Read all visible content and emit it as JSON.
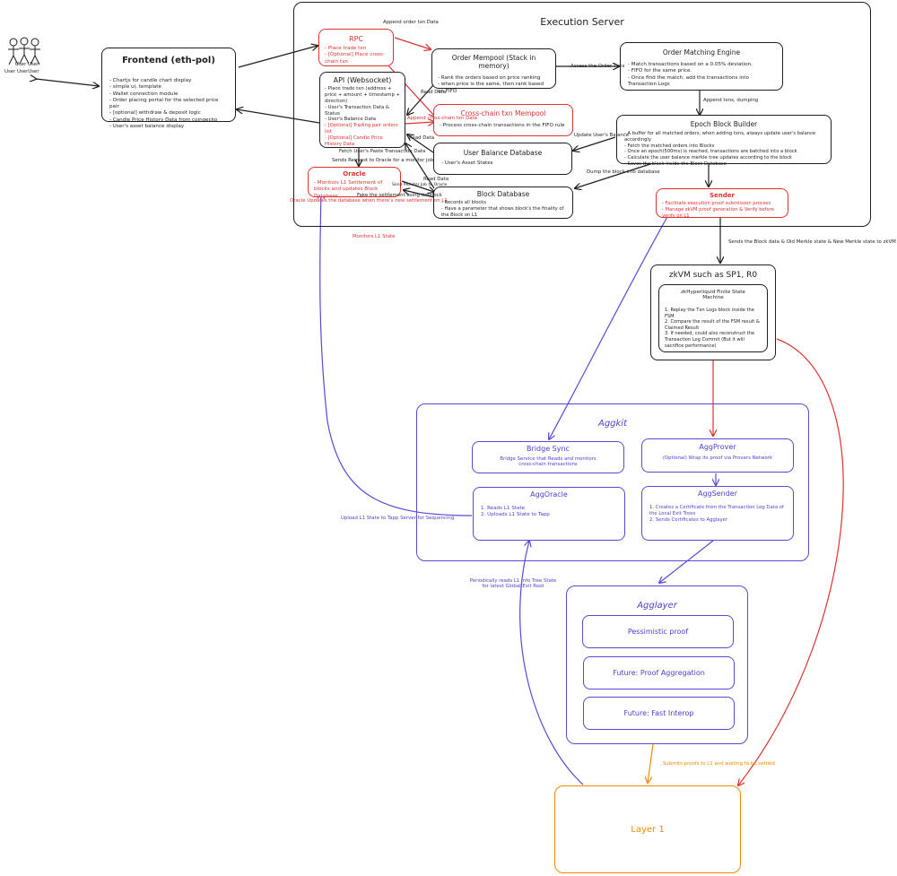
{
  "user": {
    "label": "User UserUser",
    "overlap_label": "User User"
  },
  "frontend": {
    "title": "Frontend (eth-pol)",
    "items": [
      "Chartjs for candle chart display",
      "simple ui, template",
      "Wallet connection module",
      "Order placing portal for the selected price pair",
      "[optional] withdraw & deposit logic",
      "Candle Price History Data from coingecko",
      "User's asset balance display"
    ]
  },
  "execution_server": {
    "title": "Execution Server"
  },
  "rpc": {
    "title": "RPC",
    "items": [
      "Place trade txn",
      "[Optional] Place cross-chain txn"
    ]
  },
  "api": {
    "title": "API (Websocket)",
    "items": [
      "Place trade txn (address + price + amount + timestamp + direction)",
      "User's Transaction Data & Status",
      "User's Balance Data"
    ],
    "optional_items": [
      "[Optional] Trading pair orders list",
      "[Optional] Candle Price History Data"
    ]
  },
  "order_mempool": {
    "title": "Order Mempool (Stack in memory)",
    "items": [
      "Rank the orders based on price ranking",
      "when price is the same, then rank based on FIFO"
    ]
  },
  "order_matching": {
    "title": "Order Matching Engine",
    "items": [
      "Match transactions based on a 0.05% deviation.",
      "FIFO for the same price.",
      "Once find the match, add the transactions into Transaction Logs"
    ]
  },
  "crosschain_mempool": {
    "title": "Cross-chain txn Mempool",
    "items": [
      "Process cross-chain transactions in the FIFO rule"
    ]
  },
  "epoch_builder": {
    "title": "Epoch Block Builder",
    "items": [
      "A buffer for all matched orders, when adding txns, always update user's balance accordingly",
      "Fetch the matched orders into Blocks",
      "Once an epoch(500ms) is reached, transactions are batched into a block",
      "Calculate the user balance merkle tree updates according to the block",
      "Saves the block inside the Block Database"
    ]
  },
  "user_balance_db": {
    "title": "User Balance Database",
    "items": [
      "User's Asset States"
    ]
  },
  "oracle": {
    "title": "Oracle",
    "items": [
      "Monitors L1 Settlement of blocks and updates Block Database"
    ]
  },
  "block_db": {
    "title": "Block Database",
    "items": [
      "Records all blocks",
      "Have a parameter that shows block's the finality of the Block on L1"
    ]
  },
  "sender": {
    "title": "Sender",
    "items": [
      "Facilitate execution proof submission process",
      "Manage zkVM proof generation & Verify before verify on L1"
    ]
  },
  "zkvm": {
    "title": "zkVM such as SP1, R0",
    "inner_title": "zkHyperliquid Finite State Machine",
    "steps": [
      "1. Replay the Txn Logs block inside the FSM",
      "2. Compare the result of the FSM result & Claimed Result",
      "3. If needed, could also reconstruct the Transaction Log Commit (But it will sacrifice performance)"
    ]
  },
  "aggkit": {
    "title": "Aggkit",
    "bridge_sync": {
      "title": "Bridge Sync",
      "desc": "Bridge Service that Reads and monitors cross-chain transactions"
    },
    "aggprover": {
      "title": "AggProver",
      "desc": "(Optional) Wrap its proof via Provers Network"
    },
    "aggoracle": {
      "title": "AggOracle",
      "steps": [
        "1. Reads L1 State",
        "2. Uploads L1 State to Tapp"
      ]
    },
    "aggsender": {
      "title": "AggSender",
      "steps": [
        "1. Creates a Certificate from the Transaction Log Data of the Local Exit Trees",
        "2. Sends Certificates to Agglayer"
      ]
    }
  },
  "agglayer": {
    "title": "Agglayer",
    "items": [
      "Pessimistic proof",
      "Future: Proof Aggregation",
      "Future: Fast Interop"
    ]
  },
  "layer1": {
    "title": "Layer 1"
  },
  "labels": {
    "append_order": "Append order txn Data",
    "access_order": "Access the Order Txns",
    "read_data_1": "Read Data",
    "append_crosschain": "Append cross-chain txn Data",
    "append_txns": "Append txns, dumping",
    "update_balance": "Update User's Balance",
    "read_data_2": "Read Data",
    "fetch_user": "Fetch User's Paste Transaction Data",
    "sends_request": "Sends Request to Oracle for a monitor job",
    "dump_block": "Dump the block into database",
    "read_data_3": "Read Data",
    "fake_settlement": "Fake the settlement using timelock",
    "send_monitor": "Send Monitor Job to Oracle",
    "oracle_updates": "Oracle Updates the database when there's new settlement on L1",
    "monitors_l1": "Monitors L1 State",
    "sends_block": "Sends the Block data & Old Merkle state & New Merkle state to zkVM",
    "upload_l1": "Upload L1 State to Tapp Server for Sequencing",
    "periodically": "Periodically reads L1 Info Tree State for latest Global Exit Root",
    "submits": "Submits proofs to L1 and waiting to be settled"
  },
  "colors": {
    "black": "#1e1e1e",
    "red": "#e03131",
    "purple": "#5b48d6",
    "orange": "#f08c00"
  }
}
